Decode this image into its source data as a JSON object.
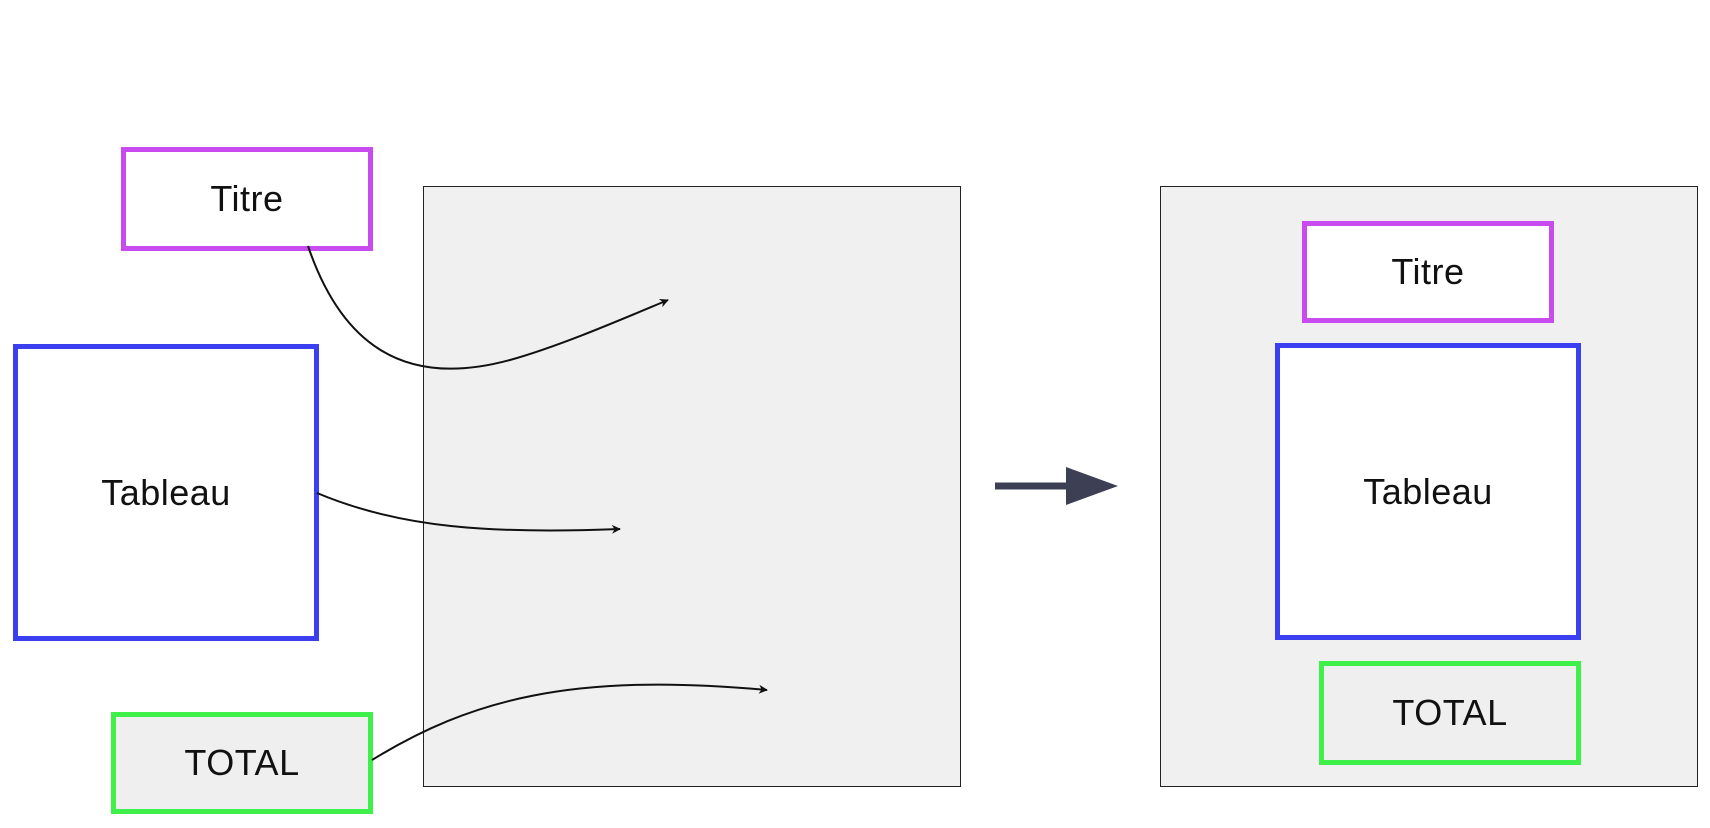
{
  "labels": {
    "titre": "Titre",
    "tableau": "Tableau",
    "total": "TOTAL"
  },
  "colors": {
    "titre": "#c84bf0",
    "tableau": "#3a3ff0",
    "total": "#3ff04b",
    "panel": "#f0f0f0",
    "transform_arrow": "#3d3f55"
  }
}
